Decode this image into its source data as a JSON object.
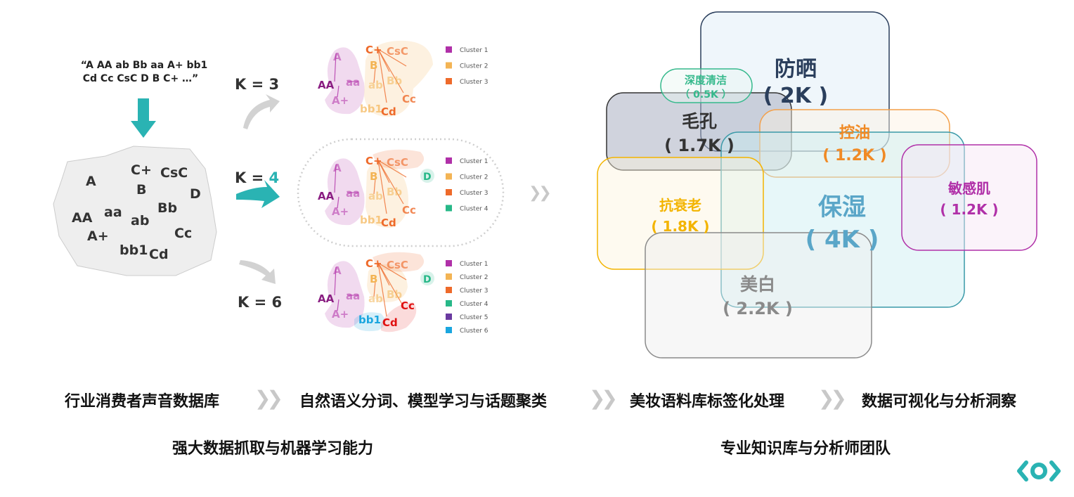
{
  "quote": {
    "line1": "“A AA ab Bb aa A+ bb1",
    "line2": "Cd Cc CsC D B C+ …”"
  },
  "blob_tokens": [
    "A",
    "C+",
    "CsC",
    "B",
    "D",
    "AA",
    "aa",
    "Bb",
    "ab",
    "A+",
    "Cc",
    "bb1",
    "Cd"
  ],
  "k_labels": [
    {
      "prefix": "K = ",
      "value": "3",
      "value_color": "#333333"
    },
    {
      "prefix": "K = ",
      "value": "4",
      "value_color": "#2ab3b3"
    },
    {
      "prefix": "K = ",
      "value": "6",
      "value_color": "#333333"
    }
  ],
  "clusters": {
    "k3": {
      "legend": [
        "Cluster 1",
        "Cluster 2",
        "Cluster 3"
      ],
      "tokens": {
        "A": "A",
        "AA": "AA",
        "aa": "aa",
        "A+": "A+",
        "C+": "C+",
        "CsC": "CsC",
        "B": "B",
        "ab": "ab",
        "Bb": "Bb",
        "bb1": "bb1",
        "Cc": "Cc",
        "Cd": "Cd"
      }
    },
    "k4": {
      "legend": [
        "Cluster 1",
        "Cluster 2",
        "Cluster 3",
        "Cluster 4"
      ],
      "tokens": {
        "A": "A",
        "AA": "AA",
        "aa": "aa",
        "A+": "A+",
        "C+": "C+",
        "CsC": "CsC",
        "B": "B",
        "ab": "ab",
        "Bb": "Bb",
        "bb1": "bb1",
        "Cc": "Cc",
        "Cd": "Cd",
        "D": "D"
      }
    },
    "k6": {
      "legend": [
        "Cluster 1",
        "Cluster 2",
        "Cluster 3",
        "Cluster 4",
        "Cluster 5",
        "Cluster 6"
      ],
      "tokens": {
        "A": "A",
        "AA": "AA",
        "aa": "aa",
        "A+": "A+",
        "C+": "C+",
        "CsC": "CsC",
        "B": "B",
        "ab": "ab",
        "Bb": "Bb",
        "bb1": "bb1",
        "Cc": "Cc",
        "Cd": "Cd",
        "D": "D"
      }
    }
  },
  "cluster_colors": [
    "#b030a8",
    "#f3b454",
    "#ee6a2a",
    "#27b888",
    "#6a3aa0",
    "#1aa6df"
  ],
  "venn": [
    {
      "label": "防晒",
      "value": "( 2K )",
      "color": "#2a3e5c",
      "fill": "#dcebf7",
      "stroke": "#2a3e5c"
    },
    {
      "label": "深度清洁",
      "value": "（ 0.5K ）",
      "color": "#35b98c",
      "fill": "#e8f7f1",
      "stroke": "#35b98c"
    },
    {
      "label": "毛孔",
      "value": "( 1.7K )",
      "color": "#333333",
      "fill": "#a9aec1",
      "stroke": "#333333"
    },
    {
      "label": "控油",
      "value": "( 1.2K )",
      "color": "#f08a25",
      "fill": "#fdf1e3",
      "stroke": "#f3a04a"
    },
    {
      "label": "保湿",
      "value": "( 4K )",
      "color": "#5aa6c8",
      "fill": "#c9eef1",
      "stroke": "#3a9aa8"
    },
    {
      "label": "敏感肌",
      "value": "( 1.2K )",
      "color": "#b030a8",
      "fill": "#f6e4f4",
      "stroke": "#b030a8"
    },
    {
      "label": "抗衰老",
      "value": "( 1.8K )",
      "color": "#f3b400",
      "fill": "#fdf4dd",
      "stroke": "#f3b400"
    },
    {
      "label": "美白",
      "value": "( 2.2K )",
      "color": "#8a8a8a",
      "fill": "#eeeeee",
      "stroke": "#8a8a8a"
    }
  ],
  "flow_steps": [
    "行业消费者声音数据库",
    "自然语义分词、模型学习与话题聚类",
    "美妆语料库标签化处理",
    "数据可视化与分析洞察"
  ],
  "captions": {
    "left": "强大数据抓取与机器学习能力",
    "right": "专业知识库与分析师团队"
  },
  "chevron_glyph": "❯❯"
}
